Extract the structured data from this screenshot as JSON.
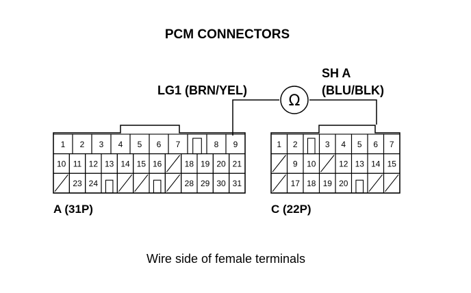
{
  "title": "PCM CONNECTORS",
  "wire_lg1": "LG1 (BRN/YEL)",
  "wire_sha_line1": "SH A",
  "wire_sha_line2": "(BLU/BLK)",
  "meter_symbol": "Ω",
  "caption": "Wire side of female terminals",
  "connectors": [
    {
      "id": "a",
      "label": "A (31P)",
      "rows": [
        [
          "1",
          "2",
          "3",
          "4",
          "5",
          "6",
          "7",
          "",
          "8",
          "9"
        ],
        [
          "10",
          "11",
          "12",
          "13",
          "14",
          "15",
          "16",
          "/",
          "18",
          "19",
          "20",
          "21"
        ],
        [
          "/",
          "23",
          "24",
          "",
          "/",
          "/",
          "",
          "/",
          "28",
          "29",
          "30",
          "31"
        ]
      ]
    },
    {
      "id": "c",
      "label": "C (22P)",
      "rows": [
        [
          "1",
          "2",
          "",
          "3",
          "4",
          "5",
          "6",
          "7"
        ],
        [
          "/",
          "9",
          "10",
          "/",
          "12",
          "13",
          "14",
          "15"
        ],
        [
          "/",
          "17",
          "18",
          "19",
          "20",
          "",
          "/",
          "/"
        ]
      ]
    }
  ]
}
